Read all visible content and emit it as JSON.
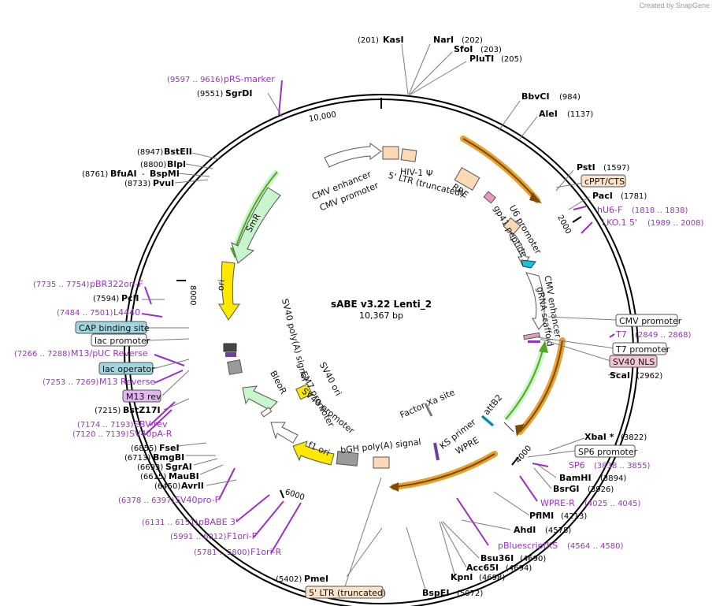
{
  "credit": "Created by SnapGene",
  "plasmid": {
    "name": "sABE v3.22 Lenti_2",
    "size": "10,367 bp"
  },
  "ticks": [
    "10,000",
    "2000",
    "4000",
    "6000",
    "8000"
  ],
  "enzymes": [
    {
      "name": "KasI",
      "pos": "(201)"
    },
    {
      "name": "NarI",
      "pos": "(202)"
    },
    {
      "name": "SfoI",
      "pos": "(203)"
    },
    {
      "name": "PluTI",
      "pos": "(205)"
    },
    {
      "name": "BbvCI",
      "pos": "(984)"
    },
    {
      "name": "AleI",
      "pos": "(1137)"
    },
    {
      "name": "PstI",
      "pos": "(1597)"
    },
    {
      "name": "PacI",
      "pos": "(1781)"
    },
    {
      "name": "ScaI",
      "pos": "(2962)"
    },
    {
      "name": "XbaI *",
      "pos": "(3822)"
    },
    {
      "name": "BamHI",
      "pos": "(3894)"
    },
    {
      "name": "BsrGI",
      "pos": "(3926)"
    },
    {
      "name": "PflMI",
      "pos": "(4213)"
    },
    {
      "name": "AhdI",
      "pos": "(4578)"
    },
    {
      "name": "Bsu36I",
      "pos": "(4690)"
    },
    {
      "name": "Acc65I",
      "pos": "(4694)"
    },
    {
      "name": "KpnI",
      "pos": "(4698)"
    },
    {
      "name": "BspEI",
      "pos": "(5072)"
    },
    {
      "name": "PmeI",
      "pos": "(5402)"
    },
    {
      "name": "AvrII",
      "pos": "(6450)"
    },
    {
      "name": "MauBI",
      "pos": "(6615)"
    },
    {
      "name": "SgrAI",
      "pos": "(6693)"
    },
    {
      "name": "BmgBI",
      "pos": "(6713)"
    },
    {
      "name": "FseI",
      "pos": "(6855)"
    },
    {
      "name": "BstZ17I",
      "pos": "(7215)"
    },
    {
      "name": "PciI",
      "pos": "(7594)"
    },
    {
      "name": "PvuI",
      "pos": "(8733)"
    },
    {
      "name": "BfuAI",
      "pos": "(8761)"
    },
    {
      "name": "BspMI",
      "pos": ""
    },
    {
      "name": "BlpI",
      "pos": "(8800)"
    },
    {
      "name": "BstEII",
      "pos": "(8947)"
    },
    {
      "name": "SgrDI",
      "pos": "(9551)"
    }
  ],
  "primers": [
    {
      "name": "pRS-marker",
      "pos": "(9597 .. 9616)"
    },
    {
      "name": "hU6-F",
      "pos": "(1818 .. 1838)"
    },
    {
      "name": "LKO.1 5'",
      "pos": "(1989 .. 2008)"
    },
    {
      "name": "T7",
      "pos": "(2849 .. 2868)"
    },
    {
      "name": "SP6",
      "pos": "(3838 .. 3855)"
    },
    {
      "name": "WPRE-R",
      "pos": "(4025 .. 4045)"
    },
    {
      "name": "pBluescriptKS",
      "pos": "(4564 .. 4580)"
    },
    {
      "name": "F1ori-R",
      "pos": "(5781 .. 5800)"
    },
    {
      "name": "F1ori-F",
      "pos": "(5991 .. 6012)"
    },
    {
      "name": "pBABE 3'",
      "pos": "(6131 .. 6151)"
    },
    {
      "name": "SV40pro-F",
      "pos": "(6378 .. 6397)"
    },
    {
      "name": "SV40pA-R",
      "pos": "(7120 .. 7139)"
    },
    {
      "name": "EBV-rev",
      "pos": "(7174 .. 7193)"
    },
    {
      "name": "M13 Reverse",
      "pos": "(7253 .. 7269)"
    },
    {
      "name": "M13/pUC Reverse",
      "pos": "(7266 .. 7288)"
    },
    {
      "name": "L4440",
      "pos": "(7484 .. 7501)"
    },
    {
      "name": "pBR322ori-F",
      "pos": "(7735 .. 7754)"
    }
  ],
  "boxed_labels": [
    {
      "name": "cPPT/CTS",
      "color": "#fbe3c9"
    },
    {
      "name": "CMV promoter",
      "color": "#ffffff"
    },
    {
      "name": "T7 promoter",
      "color": "#ffffff"
    },
    {
      "name": "SV40 NLS",
      "color": "#f2c6d6"
    },
    {
      "name": "SP6 promoter",
      "color": "#ffffff"
    },
    {
      "name": "5' LTR (truncated)",
      "color": "#fbe3c9"
    },
    {
      "name": "CAP binding site",
      "color": "#9fd6e0"
    },
    {
      "name": "lac promoter",
      "color": "#ffffff"
    },
    {
      "name": "lac operator",
      "color": "#9fd6e0"
    },
    {
      "name": "M13 rev",
      "color": "#e2b6ee"
    }
  ],
  "features": [
    {
      "name": "CMV enhancer"
    },
    {
      "name": "CMV promoter"
    },
    {
      "name": "HIV-1 Ψ"
    },
    {
      "name": "5' LTR (truncated)"
    },
    {
      "name": "RRE"
    },
    {
      "name": "gp41 peptide"
    },
    {
      "name": "U6 promoter"
    },
    {
      "name": "CMV enhancer"
    },
    {
      "name": "gRNA scaffold"
    },
    {
      "name": "SmR"
    },
    {
      "name": "ori"
    },
    {
      "name": "SV40 poly(A) signal"
    },
    {
      "name": "EM7 promoter"
    },
    {
      "name": "BleoR"
    },
    {
      "name": "SV40 ori"
    },
    {
      "name": "SV40 promoter"
    },
    {
      "name": "f1 ori"
    },
    {
      "name": "bGH poly(A) signal"
    },
    {
      "name": "Factor Xa site"
    },
    {
      "name": "KS primer"
    },
    {
      "name": "attB2"
    },
    {
      "name": "WPRE"
    }
  ],
  "colors": {
    "primer": "#9b30c8",
    "orange_feature": "#e8a030",
    "green_feature": "#53a71f",
    "light_green": "#c9f5cd",
    "ltr": "#fbd9b5",
    "ori_yellow": "#ffe800",
    "cyan": "#14c2e0",
    "gray": "#9a9a9a"
  }
}
